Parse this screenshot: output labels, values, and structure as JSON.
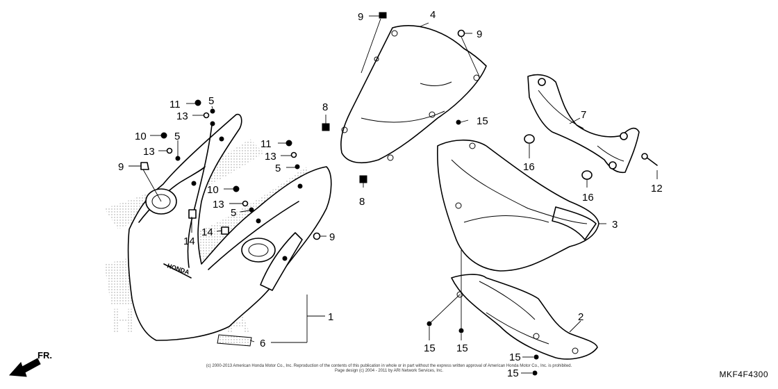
{
  "diagram": {
    "part_code": "MKF4F4300",
    "orientation": "FR.",
    "copyright_line1": "(c) 2000-2013 American Honda Motor Co., Inc. Reproduction of the contents of this publication in whole or in part without the express written approval of American Honda Motor Co., Inc. is prohibited.",
    "copyright_line2": "Page design (c) 2004 - 2011 by ARI Network Services, Inc.",
    "callouts": {
      "c1": "1",
      "c2": "2",
      "c3": "3",
      "c4": "4",
      "c5": "5",
      "c6": "6",
      "c7": "7",
      "c8": "8",
      "c9": "9",
      "c10": "10",
      "c11": "11",
      "c12": "12",
      "c13": "13",
      "c14": "14",
      "c15": "15",
      "c16": "16"
    },
    "watermark": "HONDA",
    "emblem": "HONDA"
  }
}
